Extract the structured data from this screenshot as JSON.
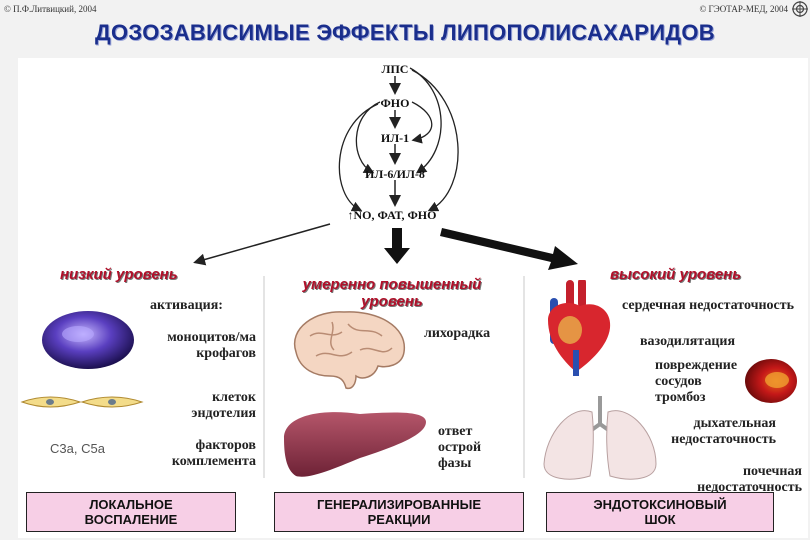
{
  "copyright_left": "© П.Ф.Литвицкий, 2004",
  "copyright_right": "© ГЭОТАР-МЕД, 2004",
  "title": "ДОЗОЗАВИСИМЫЕ ЭФФЕКТЫ ЛИПОПОЛИСАХАРИДОВ",
  "cascade": {
    "lps": "ЛПС",
    "tnf": "ФНО",
    "il1": "ИЛ-1",
    "il6": "ИЛ-6/ИЛ-8",
    "mediators": "NO, ФАТ, ФНО",
    "up_arrow": "↑"
  },
  "low": {
    "heading": "низкий уровень",
    "activation": "активация:",
    "monocytes": "моноцитов/ма крофагов",
    "endothelium": "клеток эндотелия",
    "complement": "факторов комплемента",
    "c3a": "C3a, C5a"
  },
  "moderate": {
    "heading": "умеренно повышенный уровень",
    "fever": "лихорадка",
    "acute_phase": "ответ острой фазы"
  },
  "high": {
    "heading": "высокий уровень",
    "heart_failure": "сердечная недостаточность",
    "vasodilation": "вазодилятация",
    "vessel_damage": "повреждение сосудов тромбоз",
    "resp_failure": "дыхательная недостаточность",
    "renal_failure": "почечная недостаточность"
  },
  "outcomes": {
    "local": "ЛОКАЛЬНОЕ ВОСПАЛЕНИЕ",
    "generalized": "ГЕНЕРАЛИЗИРОВАННЫЕ РЕАКЦИИ",
    "shock": "ЭНДОТОКСИНОВЫЙ ШОК"
  },
  "colors": {
    "title": "#1a2e8c",
    "level_heading": "#b0102a",
    "outcome_box": "#f7cfe6"
  },
  "icons": [
    "target-logo-icon",
    "macrophage-icon",
    "endothelial-cells-icon",
    "brain-icon",
    "liver-icon",
    "heart-icon",
    "damaged-vessel-icon",
    "lungs-icon"
  ]
}
